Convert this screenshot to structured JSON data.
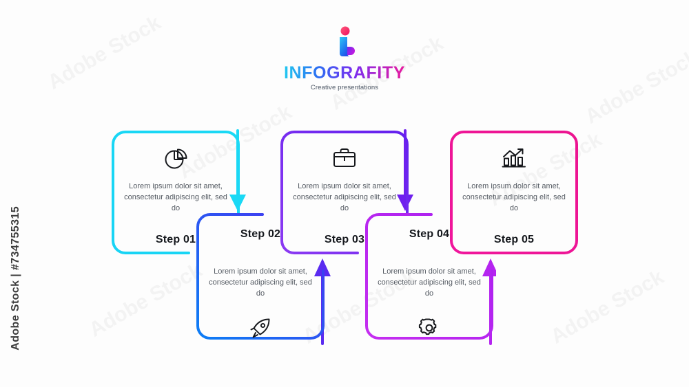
{
  "brand": {
    "name": "INFOGRAFITY",
    "tagline": "Creative presentations",
    "logo_icon": "letter-i-logo-icon",
    "gradient_start": "#22c9f0",
    "gradient_end": "#ea1b9e"
  },
  "watermark": {
    "side_text": "Adobe Stock | #734755315",
    "tile_text": "Adobe Stock"
  },
  "infographic": {
    "type": "process-steps-zigzag",
    "step_count": 5,
    "body_text": "Lorem ipsum dolor sit amet, consectetur adipiscing elit, sed do",
    "steps": [
      {
        "label": "Step 01",
        "desc": "Lorem ipsum dolor sit amet, consectetur adipiscing elit, sed do",
        "icon": "pie-chart-icon",
        "color_start": "#1ad9f5",
        "color_end": "#16c7f0",
        "row": "top"
      },
      {
        "label": "Step 02",
        "desc": "Lorem ipsum dolor sit amet, consectetur adipiscing elit, sed do",
        "icon": "rocket-icon",
        "color_start": "#1184f2",
        "color_end": "#4b2ef0",
        "row": "bottom"
      },
      {
        "label": "Step 03",
        "desc": "Lorem ipsum dolor sit amet, consectetur adipiscing elit, sed do",
        "icon": "briefcase-icon",
        "color_start": "#8b3af2",
        "color_end": "#6320ee",
        "row": "top"
      },
      {
        "label": "Step 04",
        "desc": "Lorem ipsum dolor sit amet, consectetur adipiscing elit, sed do",
        "icon": "gear-icon",
        "color_start": "#c52ef0",
        "color_end": "#a81ef0",
        "row": "bottom"
      },
      {
        "label": "Step 05",
        "desc": "Lorem ipsum dolor sit amet, consectetur adipiscing elit, sed do",
        "icon": "growth-chart-icon",
        "color_start": "#f0169c",
        "color_end": "#ec1490",
        "row": "top"
      }
    ],
    "connectors": [
      {
        "from": "Step 01",
        "to": "Step 02",
        "direction": "down",
        "color": "#1ad9f5"
      },
      {
        "from": "Step 02",
        "to": "Step 03",
        "direction": "up",
        "color": "#5a2bf0"
      },
      {
        "from": "Step 03",
        "to": "Step 04",
        "direction": "down",
        "color": "#6f20ee"
      },
      {
        "from": "Step 04",
        "to": "Step 05",
        "direction": "up",
        "color": "#b524f0"
      }
    ]
  }
}
